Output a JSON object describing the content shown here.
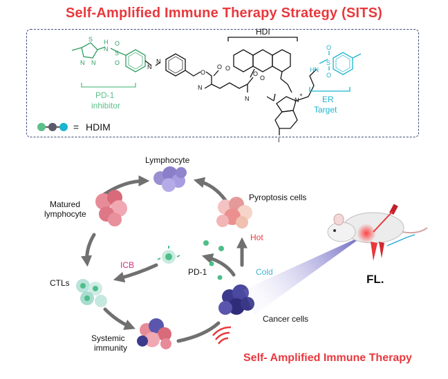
{
  "title": "Self-Amplified Immune Therapy Strategy (SITS)",
  "chem": {
    "hdi_label": "HDI",
    "pd1_line1": "PD-1",
    "pd1_line2": "inhibitor",
    "er_line1": "ER",
    "er_line2": "Target",
    "legend_eq": "=",
    "legend_name": "HDIM",
    "atoms": {
      "N": "N",
      "S": "S",
      "O": "O",
      "H": "H",
      "I": "I",
      "NH": "NH",
      "HN": "HN",
      "Nplus": "N",
      "plus": "+"
    }
  },
  "cycle": {
    "lymphocyte": "Lymphocyte",
    "pyroptosis": "Pyroptosis cells",
    "matured_line1": "Matured",
    "matured_line2": "lymphocyte",
    "ctls": "CTLs",
    "icb": "ICB",
    "pd1": "PD-1",
    "hot": "Hot",
    "cold": "Cold",
    "cancer": "Cancer cells",
    "systemic_line1": "Systemic",
    "systemic_line2": "immunity",
    "fl": "FL."
  },
  "bottom_title": "Self- Amplified Immune Therapy",
  "colors": {
    "title_red": "#e8383d",
    "pd1_green": "#5cc08a",
    "er_cyan": "#1ab3d0",
    "hot_red": "#e8383d",
    "icb_magenta": "#d6287a",
    "cold_cyan": "#3bb4d6",
    "arrow_gray": "#707070"
  }
}
